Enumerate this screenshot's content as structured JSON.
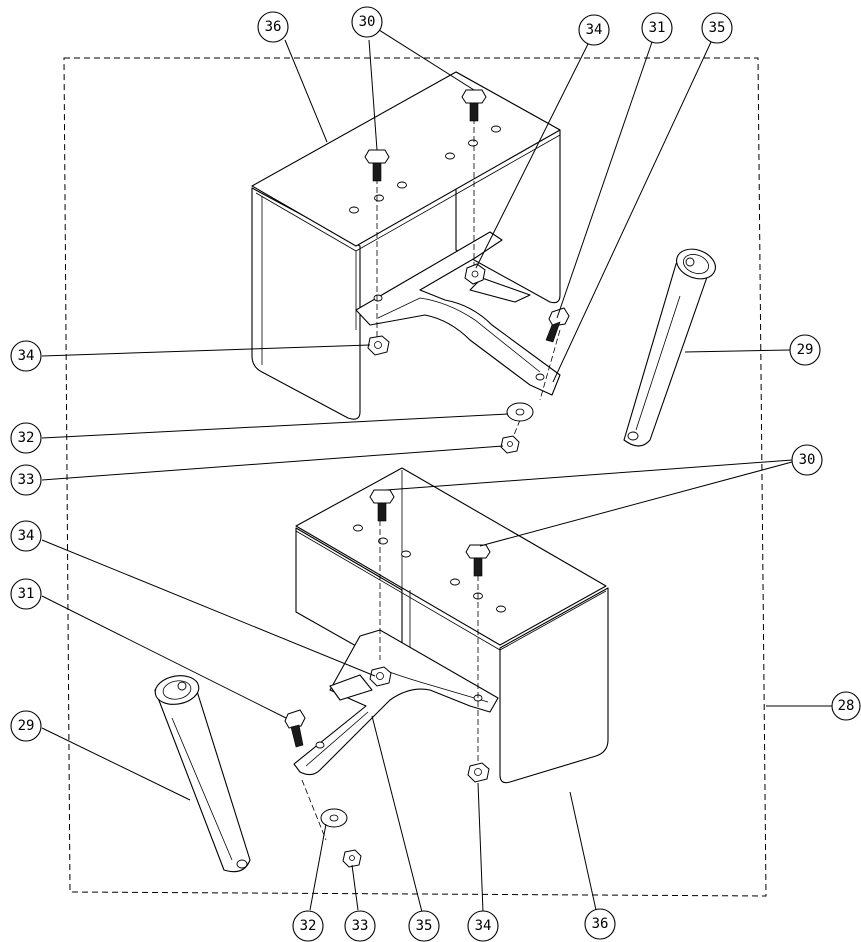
{
  "diagram": {
    "callouts": [
      {
        "id": "c36a",
        "label": "36"
      },
      {
        "id": "c30a",
        "label": "30"
      },
      {
        "id": "c34a",
        "label": "34"
      },
      {
        "id": "c31a",
        "label": "31"
      },
      {
        "id": "c35a",
        "label": "35"
      },
      {
        "id": "c34b",
        "label": "34"
      },
      {
        "id": "c29a",
        "label": "29"
      },
      {
        "id": "c32a",
        "label": "32"
      },
      {
        "id": "c33a",
        "label": "33"
      },
      {
        "id": "c30b",
        "label": "30"
      },
      {
        "id": "c34c",
        "label": "34"
      },
      {
        "id": "c31b",
        "label": "31"
      },
      {
        "id": "c28",
        "label": "28"
      },
      {
        "id": "c29b",
        "label": "29"
      },
      {
        "id": "c32b",
        "label": "32"
      },
      {
        "id": "c33b",
        "label": "33"
      },
      {
        "id": "c35b",
        "label": "35"
      },
      {
        "id": "c34d",
        "label": "34"
      },
      {
        "id": "c36b",
        "label": "36"
      }
    ]
  }
}
